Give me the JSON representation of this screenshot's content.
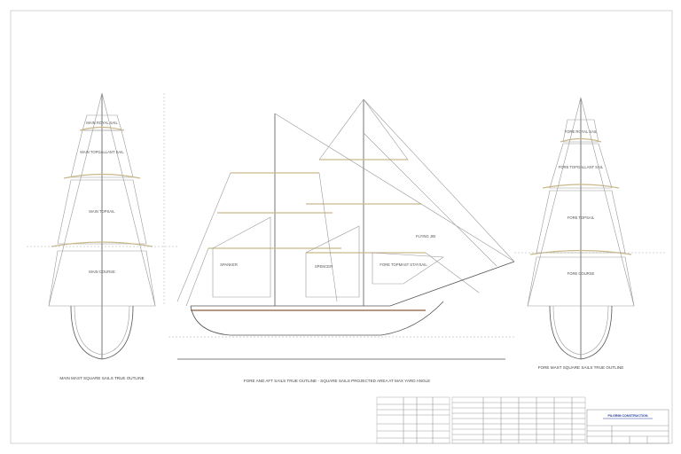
{
  "main_mast": {
    "sails": [
      "MAIN ROYAL SAIL",
      "MAIN TOPGALLANT SAIL",
      "MAIN TOPSAIL",
      "MAIN COURSE"
    ],
    "title": "MAIN MAST SQUARE SAILS TRUE OUTLINE"
  },
  "fore_mast": {
    "sails": [
      "FORE ROYAL SAIL",
      "FORE TOPGALLANT SAIL",
      "FORE TOPSAIL",
      "FORE COURSE"
    ],
    "title": "FORE MAST SQUARE SAILS TRUE OUTLINE"
  },
  "profile": {
    "sails": [
      "SPANKER",
      "SPENCER",
      "FORE TOPMAST STAYSAIL",
      "FLYING JIB"
    ],
    "title": "FORE AND AFT SAILS TRUE OUTLINE - SQUARE SAILS PROJECTED AREA AT MAX YARD ANGLE"
  },
  "title_block": {
    "company": "PILGRIM CONSTRUCTION"
  },
  "colors": {
    "accent": "#2a3f9a",
    "yard": "#c9b98a",
    "hull": "#8b5a3c"
  }
}
